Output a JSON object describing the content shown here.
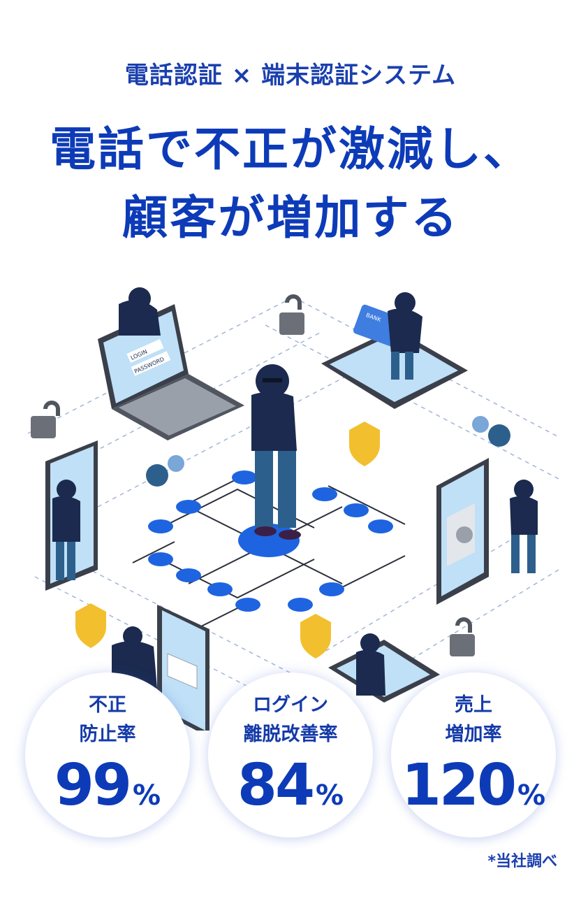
{
  "subtitle": "電話認証 × 端末認証システム",
  "headline": {
    "line1": "電話で不正が激減し、",
    "line2": "顧客が増加する"
  },
  "illustration": {
    "laptop_login": "LOGIN",
    "laptop_password": "PASSWORD",
    "card_bank": "BANK",
    "colors": {
      "accent_blue": "#1e64e0",
      "device_screen": "#bfe0f6",
      "hacker": "#1b2a4e",
      "jeans": "#2d5f8c",
      "shield": "#f2bf2e",
      "lock": "#6b6f78"
    }
  },
  "stats": [
    {
      "label_line1": "不正",
      "label_line2": "防止率",
      "value": "99",
      "unit": "%"
    },
    {
      "label_line1": "ログイン",
      "label_line2": "離脱改善率",
      "value": "84",
      "unit": "%"
    },
    {
      "label_line1": "売上",
      "label_line2": "増加率",
      "value": "120",
      "unit": "%"
    }
  ],
  "footnote": "*当社調べ"
}
